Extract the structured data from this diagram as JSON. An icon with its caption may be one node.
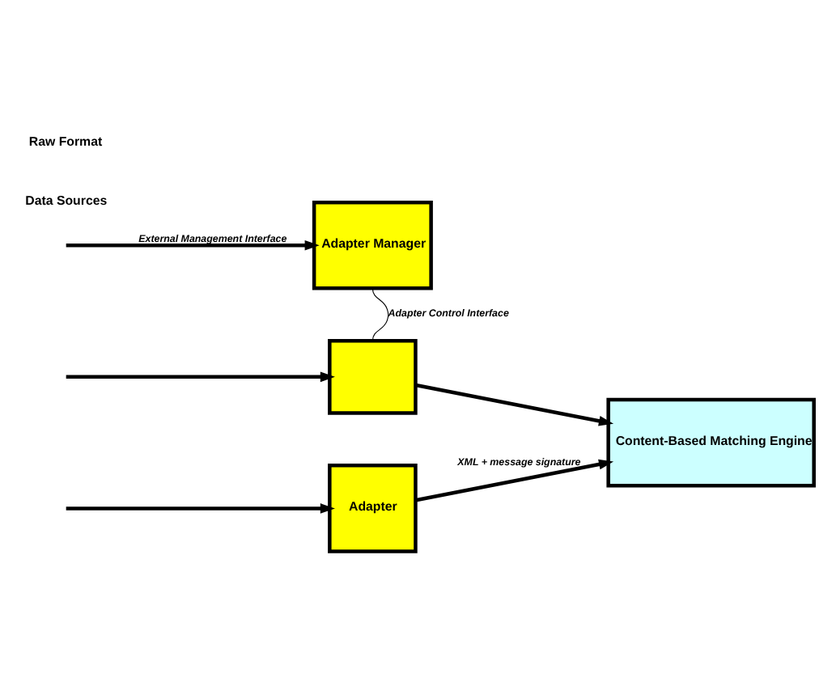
{
  "diagram": {
    "nodes": [
      {
        "text": [
          "Adapter Manager"
        ]
      },
      {
        "text": [],
        "shape": "box"
      },
      {
        "text": [
          "Adapter"
        ]
      },
      {
        "text": [
          "Content-Based Matching Engine"
        ]
      }
    ],
    "edges": [
      {
        "from": null,
        "to": 0,
        "arrow": "to",
        "label": "External Management Interface"
      },
      {
        "from": 0,
        "to": 1,
        "arrow": "none",
        "label": "Adapter Control Interface"
      },
      {
        "from": null,
        "to": 1,
        "arrow": "to"
      },
      {
        "from": null,
        "to": 2,
        "arrow": "to"
      },
      {
        "from": 1,
        "to": 3,
        "arrow": "to"
      },
      {
        "from": 2,
        "to": 3,
        "arrow": "to",
        "label": "XML + message signature"
      }
    ],
    "labels": [
      "Data Sources",
      "Raw Format"
    ]
  }
}
